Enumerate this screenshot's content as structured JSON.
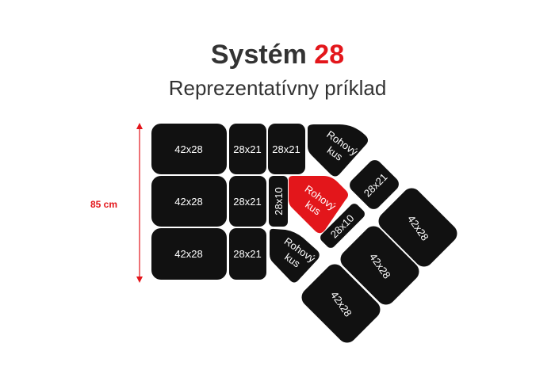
{
  "header": {
    "title_main": "Systém",
    "title_number": "28",
    "subtitle": "Reprezentatívny príklad"
  },
  "dimension": {
    "label": "85 cm"
  },
  "pieces": {
    "p42_1": "42x28",
    "p42_2": "42x28",
    "p42_3": "42x28",
    "p2821_1": "28x21",
    "p2821_2": "28x21",
    "p2821_3": "28x21",
    "p2821_4": "28x21",
    "p2821_5": "28x21",
    "p2810_1": "28x10",
    "p2810_2": "28x10",
    "corner_top_l1": "Rohový",
    "corner_top_l2": "kus",
    "corner_mid_l1": "Rohový",
    "corner_mid_l2": "kus",
    "corner_bot_l1": "Rohový",
    "corner_bot_l2": "kus",
    "p42_diag_1": "42x28",
    "p42_diag_2": "42x28",
    "p42_diag_3": "42x28"
  },
  "colors": {
    "tile": "#111111",
    "highlight": "#e3161b",
    "dimension": "#e3161b",
    "title_accent": "#e3161b"
  }
}
